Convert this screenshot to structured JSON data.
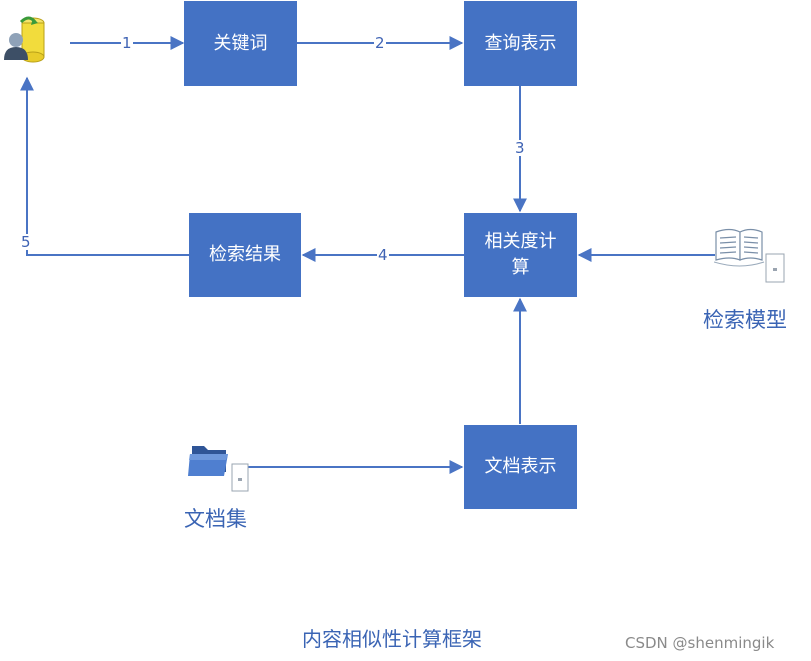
{
  "nodes": {
    "keyword": "关键词",
    "query_repr": "查询表示",
    "relevance_calc": "相关度计算",
    "search_results": "检索结果",
    "document_repr": "文档表示"
  },
  "edge_labels": {
    "e1": "1",
    "e2": "2",
    "e3": "3",
    "e4": "4",
    "e5": "5"
  },
  "captions": {
    "retrieval_model": "检索模型",
    "document_collection": "文档集"
  },
  "title": "内容相似性计算框架",
  "watermark": "CSDN @shenmingik",
  "icons": {
    "user": "user-database-icon",
    "model": "open-book-icon",
    "documents": "folder-icon"
  },
  "colors": {
    "box_fill": "#4472c4",
    "arrow": "#4a74c4",
    "caption_text": "#3a64b4"
  }
}
